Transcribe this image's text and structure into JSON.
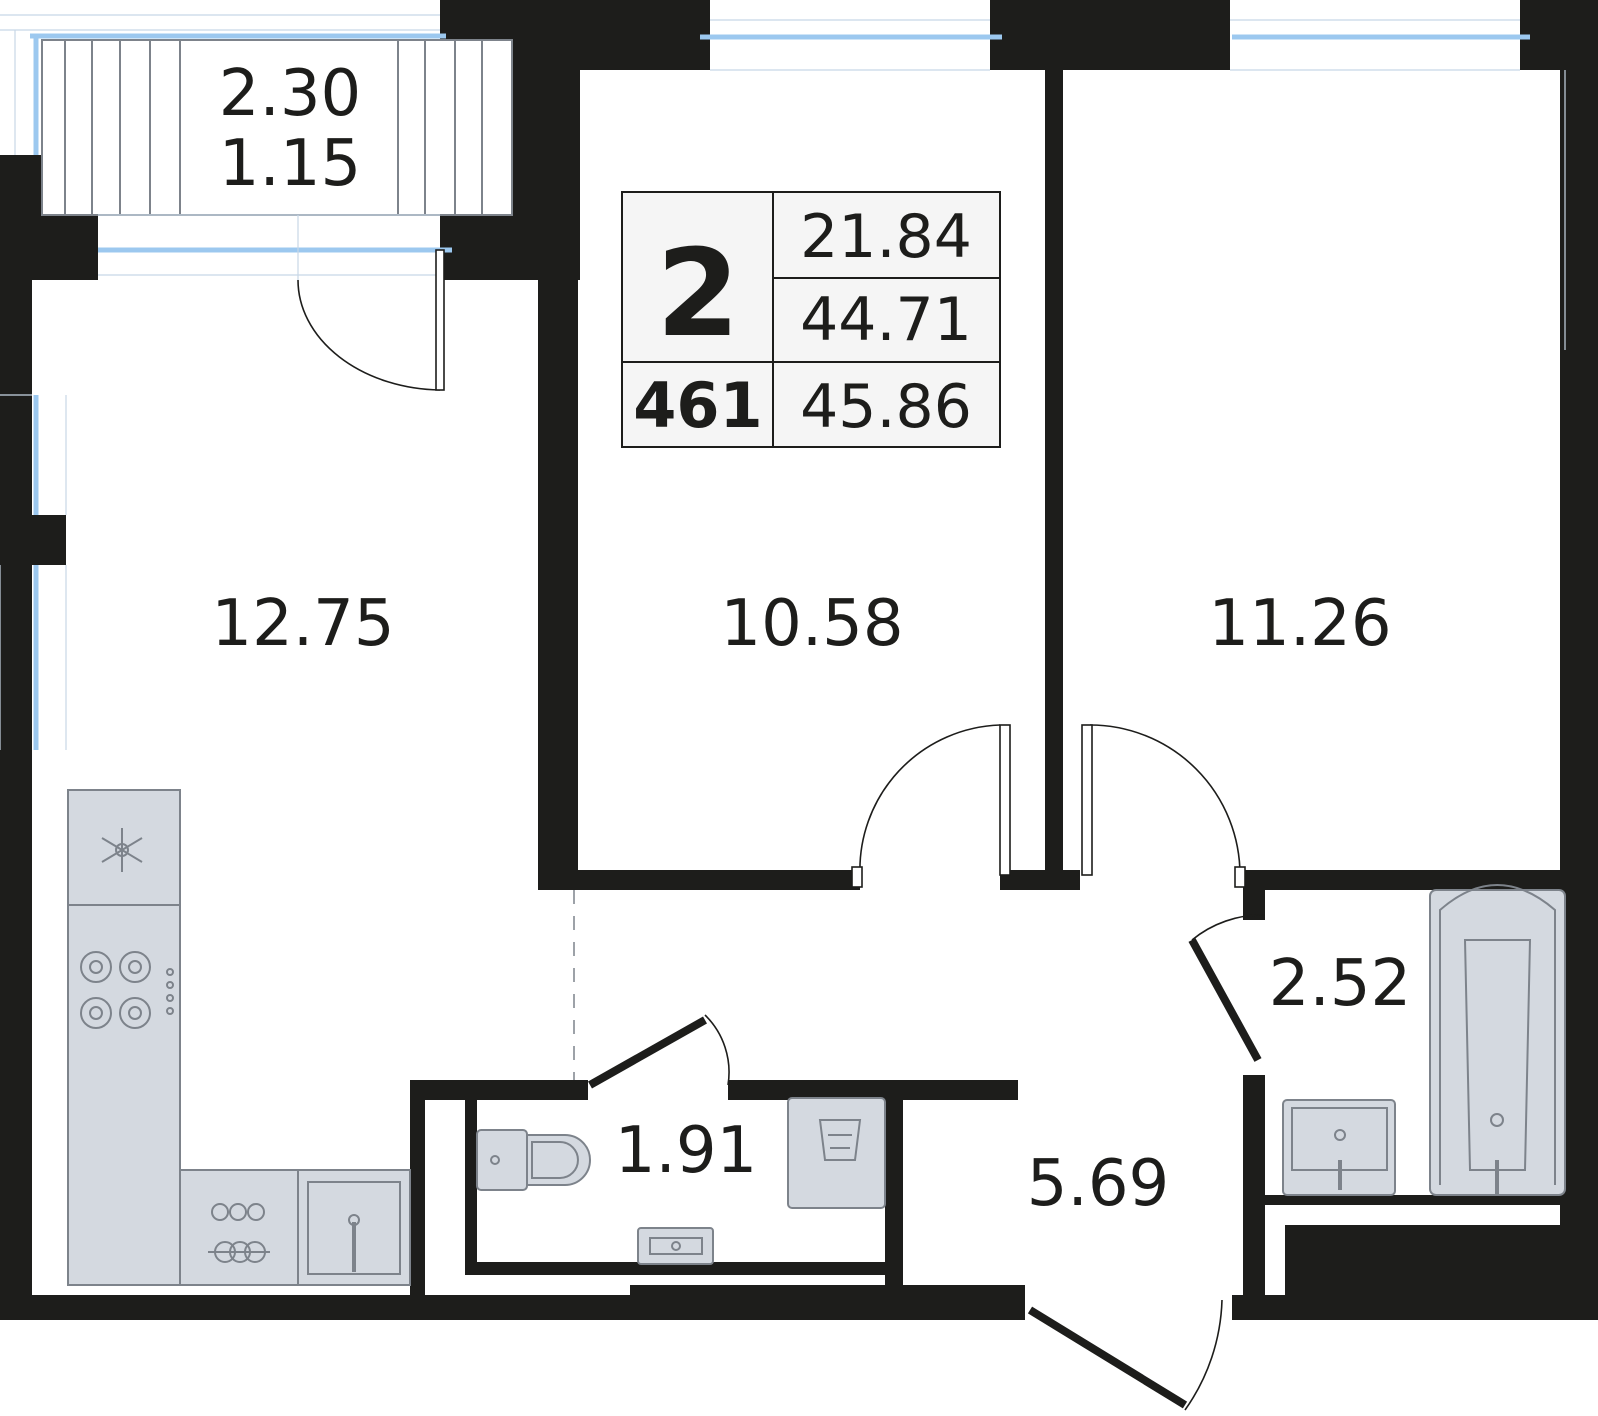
{
  "summary": {
    "rooms": "2",
    "apartment_number": "461",
    "living_area": "21.84",
    "total_area_no_balcony": "44.71",
    "total_area": "45.86"
  },
  "balcony": {
    "area": "2.30",
    "reduced_area": "1.15"
  },
  "rooms": {
    "kitchen_living": "12.75",
    "bedroom_1": "10.58",
    "bedroom_2": "11.26",
    "toilet": "1.91",
    "hall": "5.69",
    "bathroom": "2.52"
  },
  "colors": {
    "wall": "#1d1d1b",
    "fixture_fill": "#d4d9e0",
    "window": "#9cc8ef"
  },
  "icons": [
    "snowflake-icon",
    "stove-burners-icon",
    "sink-icon",
    "toilet-icon",
    "washing-machine-icon",
    "bathtub-icon",
    "dishwasher-icon"
  ]
}
